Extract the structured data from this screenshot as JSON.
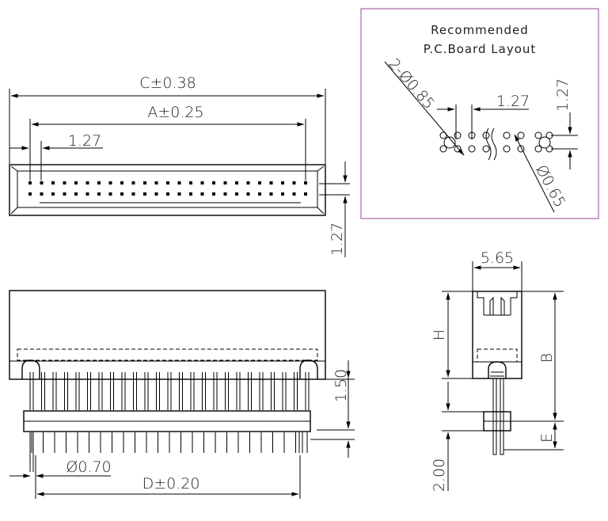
{
  "pcb_layout": {
    "title_line1": "Recommended",
    "title_line2": "P.C.Board  Layout",
    "hole_label_large": "2-Ø0.85",
    "hole_label_small": "Ø0.65",
    "pitch_h": "1.27",
    "pitch_v": "1.27"
  },
  "top_view": {
    "dim_c": "C±0.38",
    "dim_a": "A±0.25",
    "pitch": "1.27",
    "row_pitch": "1.27"
  },
  "front_view": {
    "height_dim": "1.50",
    "pin_dia": "Ø0.70",
    "dim_d": "D±0.20"
  },
  "side_view": {
    "width_dim": "5.65",
    "dim_h": "H",
    "dim_b": "B",
    "dim_e": "E",
    "tail_dim": "2.00"
  },
  "colors": {
    "line": "#000000",
    "pcb_frame": "#b27db6"
  }
}
